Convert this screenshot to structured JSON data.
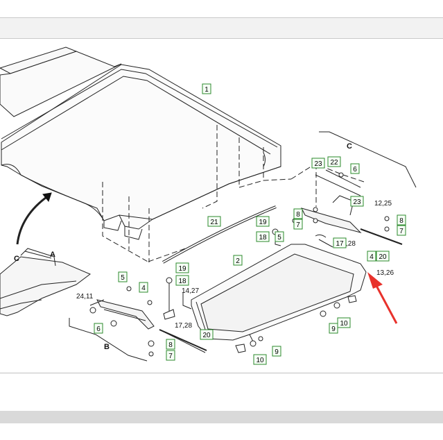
{
  "diagram": {
    "callouts": [
      {
        "id": "c1",
        "text": "1"
      },
      {
        "id": "c2",
        "text": "2"
      },
      {
        "id": "c4a",
        "text": "4"
      },
      {
        "id": "c4b",
        "text": "4"
      },
      {
        "id": "c5a",
        "text": "5"
      },
      {
        "id": "c5b",
        "text": "5"
      },
      {
        "id": "c6a",
        "text": "6"
      },
      {
        "id": "c6b",
        "text": "6"
      },
      {
        "id": "c7a",
        "text": "7"
      },
      {
        "id": "c7b",
        "text": "7"
      },
      {
        "id": "c7c",
        "text": "7"
      },
      {
        "id": "c8a",
        "text": "8"
      },
      {
        "id": "c8b",
        "text": "8"
      },
      {
        "id": "c8c",
        "text": "8"
      },
      {
        "id": "c9a",
        "text": "9"
      },
      {
        "id": "c9b",
        "text": "9"
      },
      {
        "id": "c10a",
        "text": "10"
      },
      {
        "id": "c10b",
        "text": "10"
      },
      {
        "id": "c17",
        "text": "17"
      },
      {
        "id": "c18a",
        "text": "18"
      },
      {
        "id": "c18b",
        "text": "18"
      },
      {
        "id": "c19a",
        "text": "19"
      },
      {
        "id": "c19b",
        "text": "19"
      },
      {
        "id": "c20a",
        "text": "20"
      },
      {
        "id": "c20b",
        "text": "20"
      },
      {
        "id": "c21",
        "text": "21"
      },
      {
        "id": "c22",
        "text": "22"
      },
      {
        "id": "c23a",
        "text": "23"
      },
      {
        "id": "c23b",
        "text": "23"
      }
    ],
    "plain_labels": [
      {
        "id": "l2411",
        "text": "24,11"
      },
      {
        "id": "l1427",
        "text": "14,27"
      },
      {
        "id": "l1728a",
        "text": "17,28"
      },
      {
        "id": "l1728b",
        "text": ",28"
      },
      {
        "id": "l1225",
        "text": "12,25"
      },
      {
        "id": "l1326",
        "text": "13,26"
      }
    ],
    "view_letters": [
      {
        "id": "vA",
        "text": "A"
      },
      {
        "id": "vB",
        "text": "B"
      },
      {
        "id": "vC1",
        "text": "C"
      },
      {
        "id": "vC2",
        "text": "C"
      }
    ],
    "colors": {
      "callout_border": "#2c8a2c",
      "callout_fill": "#f6fff6",
      "arrow": "#e8322c",
      "line": "#222222"
    }
  }
}
